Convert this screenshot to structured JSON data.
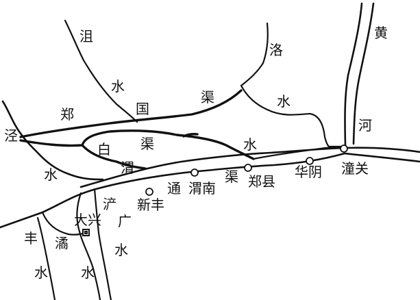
{
  "labels": {
    "ju": "沮",
    "shui": "水",
    "luo": "洛",
    "qu": "渠",
    "zheng": "郑",
    "guo": "国",
    "huang": "黄",
    "he": "河",
    "jing": "泾",
    "bai": "白",
    "wei": "渭",
    "tongguan": "潼关",
    "huayin": "华阴",
    "zhengxian": "郑县",
    "weinan": "渭南",
    "tong": "通",
    "xinfeng": "新丰",
    "chan": "浐",
    "ba": "广",
    "daxing": "大兴",
    "feng": "丰",
    "jue": "潏"
  },
  "colors": {
    "ink": "#111111",
    "paper": "#ffffff"
  }
}
